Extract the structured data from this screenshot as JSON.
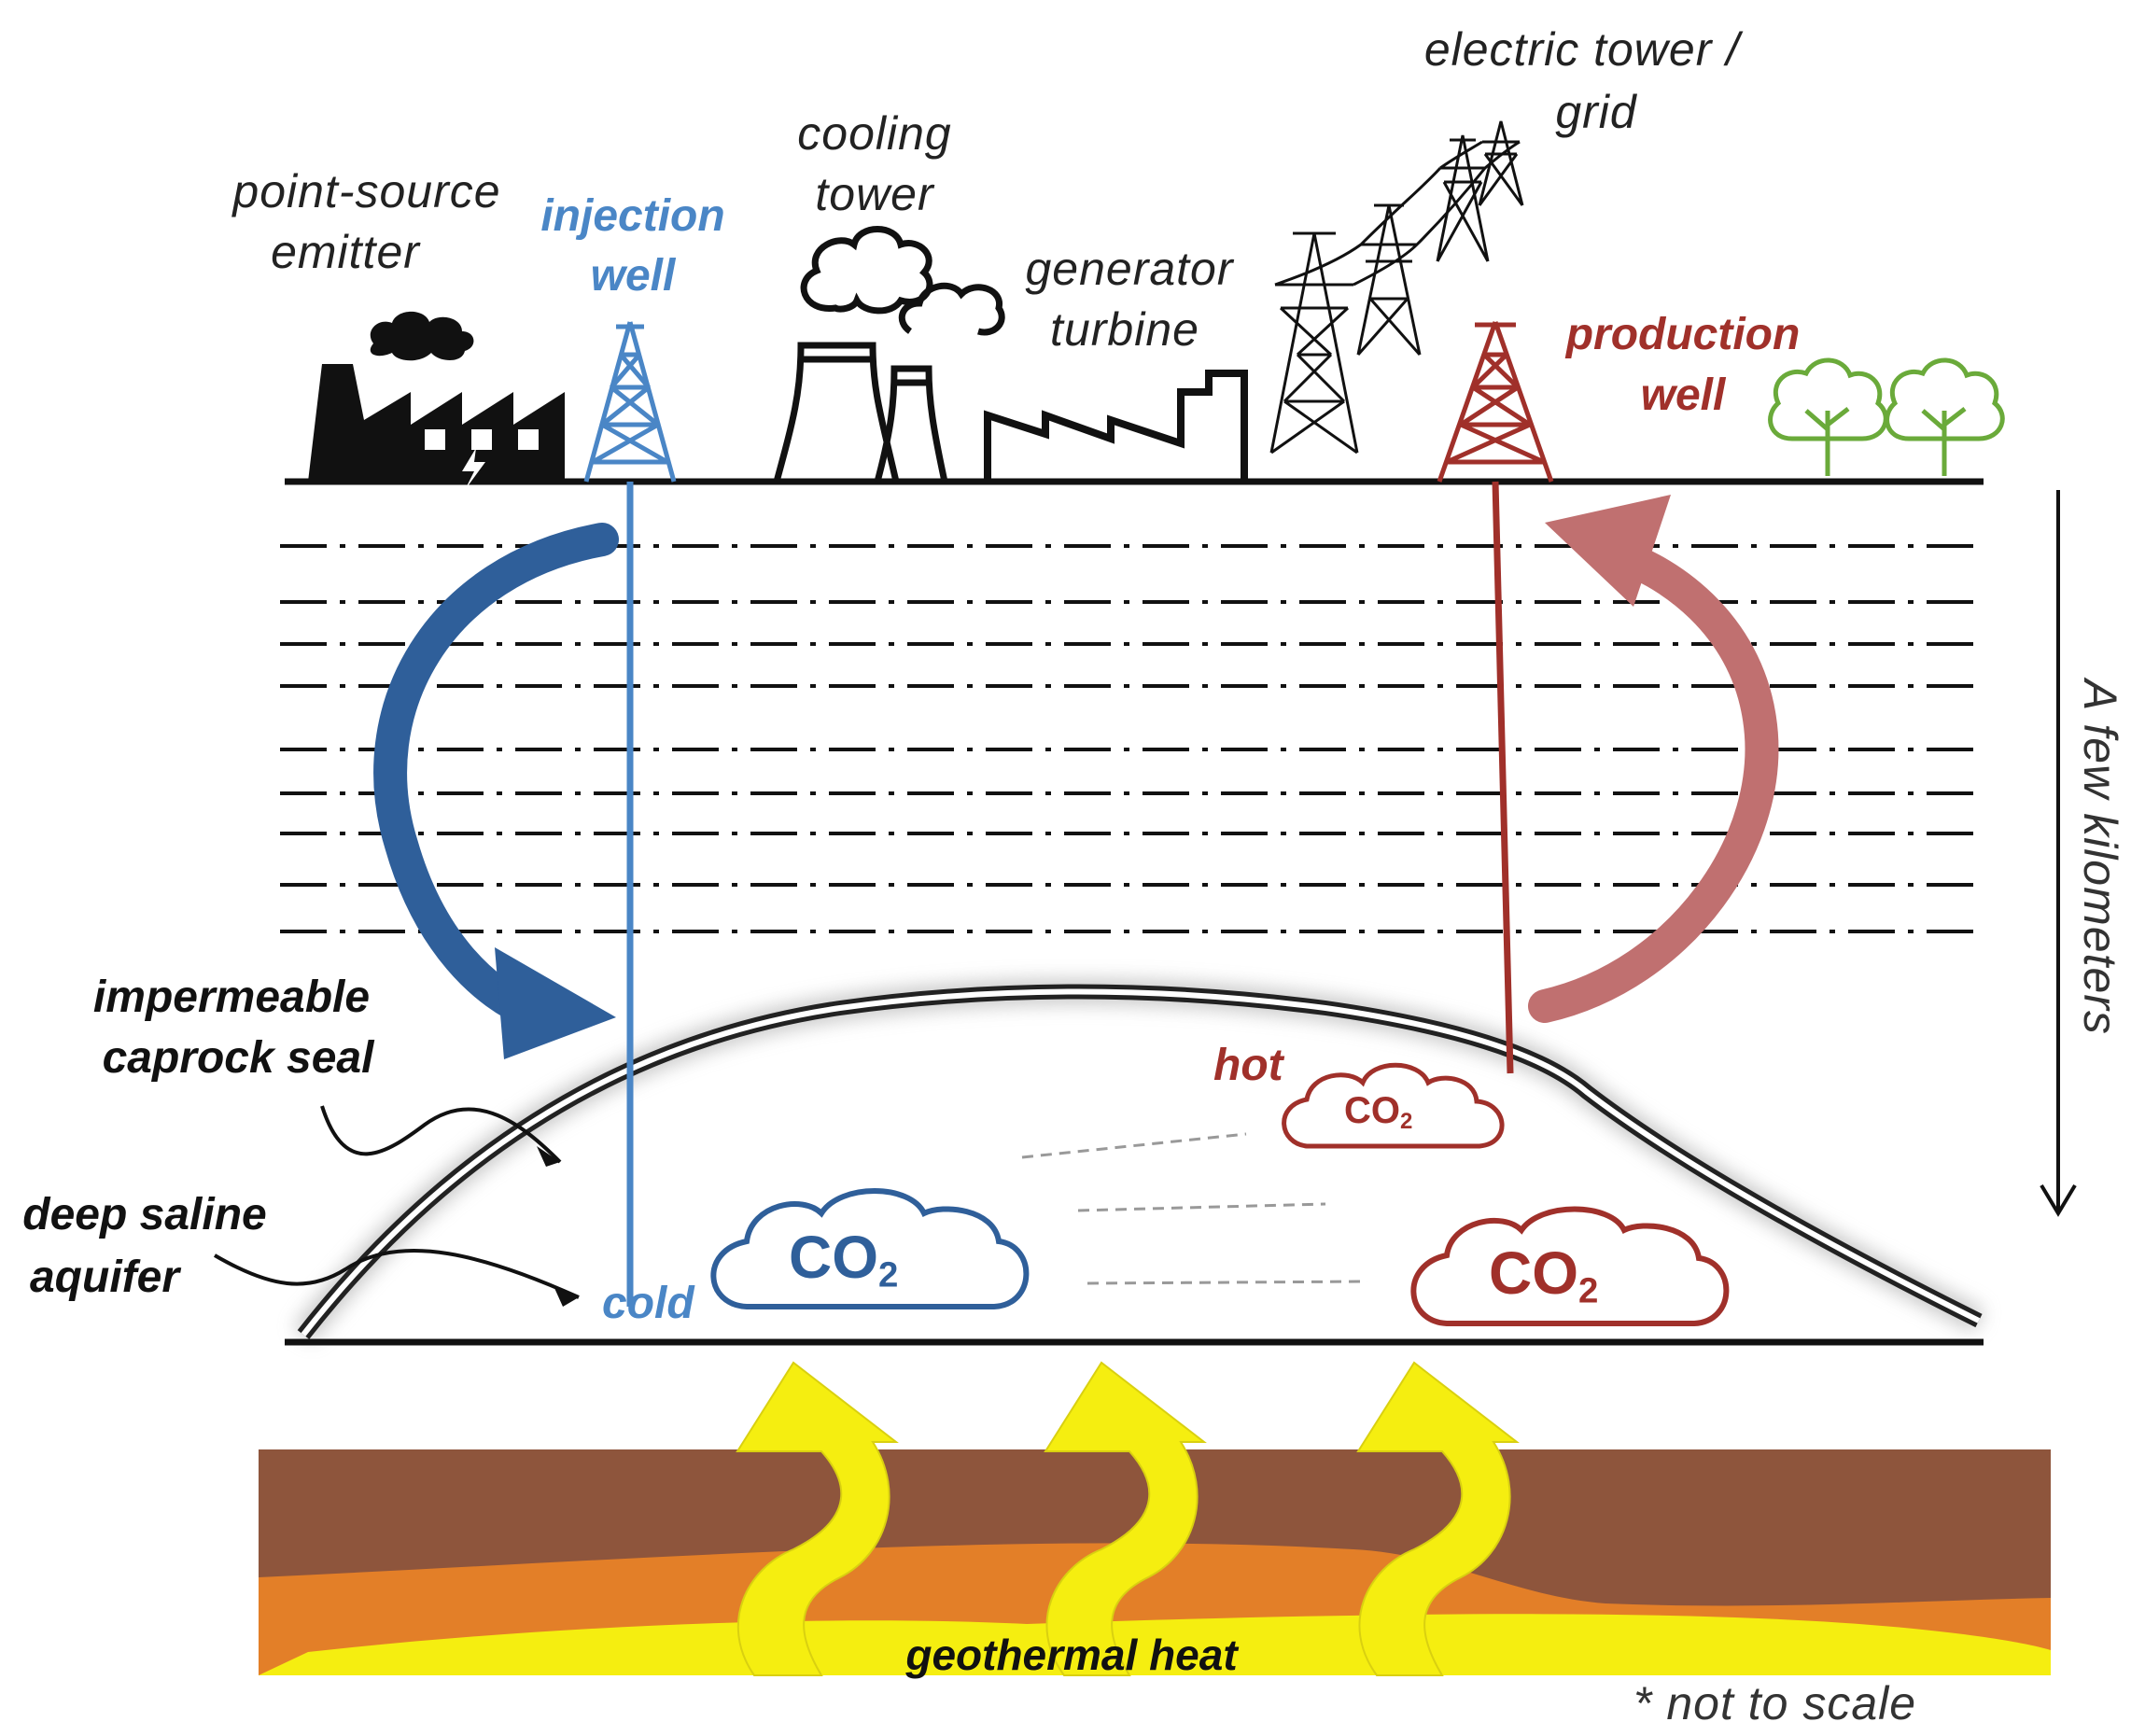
{
  "labels": {
    "point_source_line1": "point-source",
    "point_source_line2": "emitter",
    "injection_line1": "injection",
    "injection_line2": "well",
    "cooling_line1": "cooling",
    "cooling_line2": "tower",
    "generator_line1": "generator",
    "generator_line2": "turbine",
    "electric_line1": "electric tower /",
    "electric_line2": "grid",
    "production_line1": "production",
    "production_line2": "well",
    "caprock_line1": "impermeable",
    "caprock_line2": "caprock seal",
    "aquifer_line1": "deep saline",
    "aquifer_line2": "aquifer",
    "hot": "hot",
    "cold": "cold",
    "co2_text": "CO",
    "co2_sub": "2",
    "depth": "A few kilometers",
    "geothermal": "geothermal heat",
    "scale_note": "* not to scale"
  },
  "colors": {
    "injection_blue": "#4a86c6",
    "injection_arrow": "#2f5f9a",
    "production_red": "#a0302a",
    "production_arrow": "#c07070",
    "trees": "#6aaa3a",
    "heat_yellow": "#f5ee10",
    "layer_brown": "#8e553c",
    "layer_orange": "#e37f28"
  }
}
